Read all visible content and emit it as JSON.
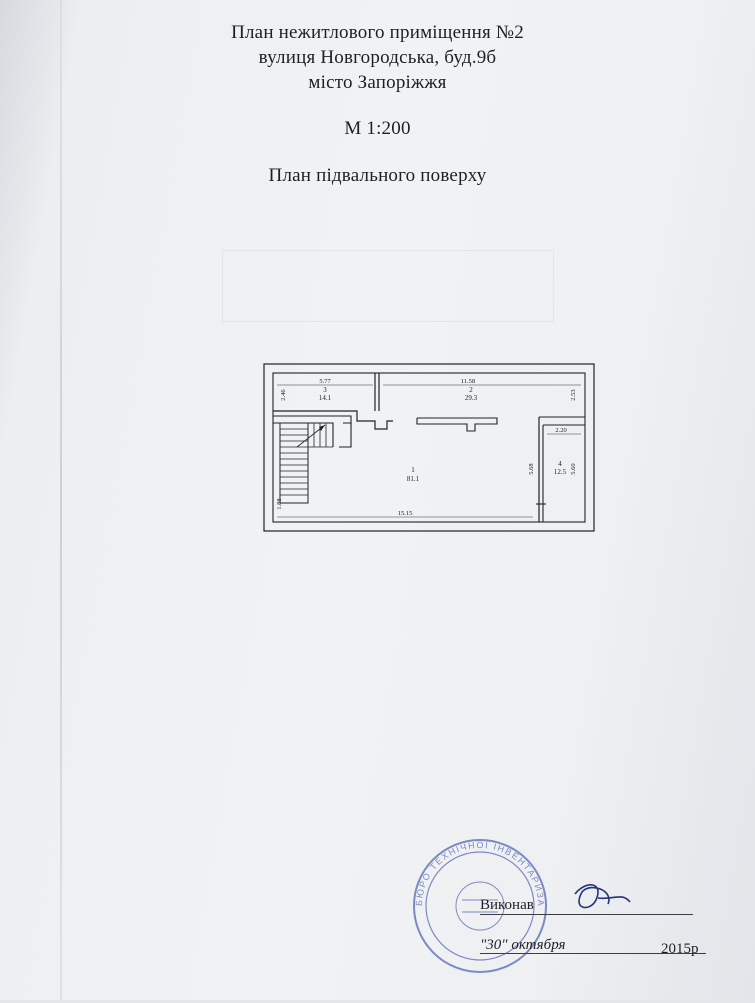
{
  "document": {
    "title_lines": [
      "План нежитлового приміщення №2",
      "вулиця Новгородська, буд.9б",
      "місто Запоріжжя"
    ],
    "scale": "М 1:200",
    "floor_title": "План підвального поверху"
  },
  "floor_plan": {
    "rooms": [
      {
        "number": "1",
        "area": "81.1"
      },
      {
        "number": "2",
        "area": "29.3"
      },
      {
        "number": "3",
        "area": "14.1"
      },
      {
        "number": "4",
        "area": "12.5"
      }
    ],
    "dimensions": {
      "room3_width": "5.77",
      "room3_depth": "2.46",
      "room2_width": "11.58",
      "room2_depth": "2.53",
      "room4_width": "2.20",
      "room4_depth": "5.60",
      "room1_side": "5.68",
      "room1_width": "15.15",
      "room1_left": "1.88"
    }
  },
  "signature_block": {
    "performer_label": "Виконав",
    "date_text": "\"30\" октября",
    "year": "2015р",
    "stamp_text": "БЮРО ТЕХНІЧНОЇ ІНВЕНТАРИЗАЦІЇ"
  },
  "colors": {
    "paper": "#eef0f2",
    "ink": "#1d1f24",
    "stamp": "#5a6fb8",
    "pen": "#23337a"
  }
}
